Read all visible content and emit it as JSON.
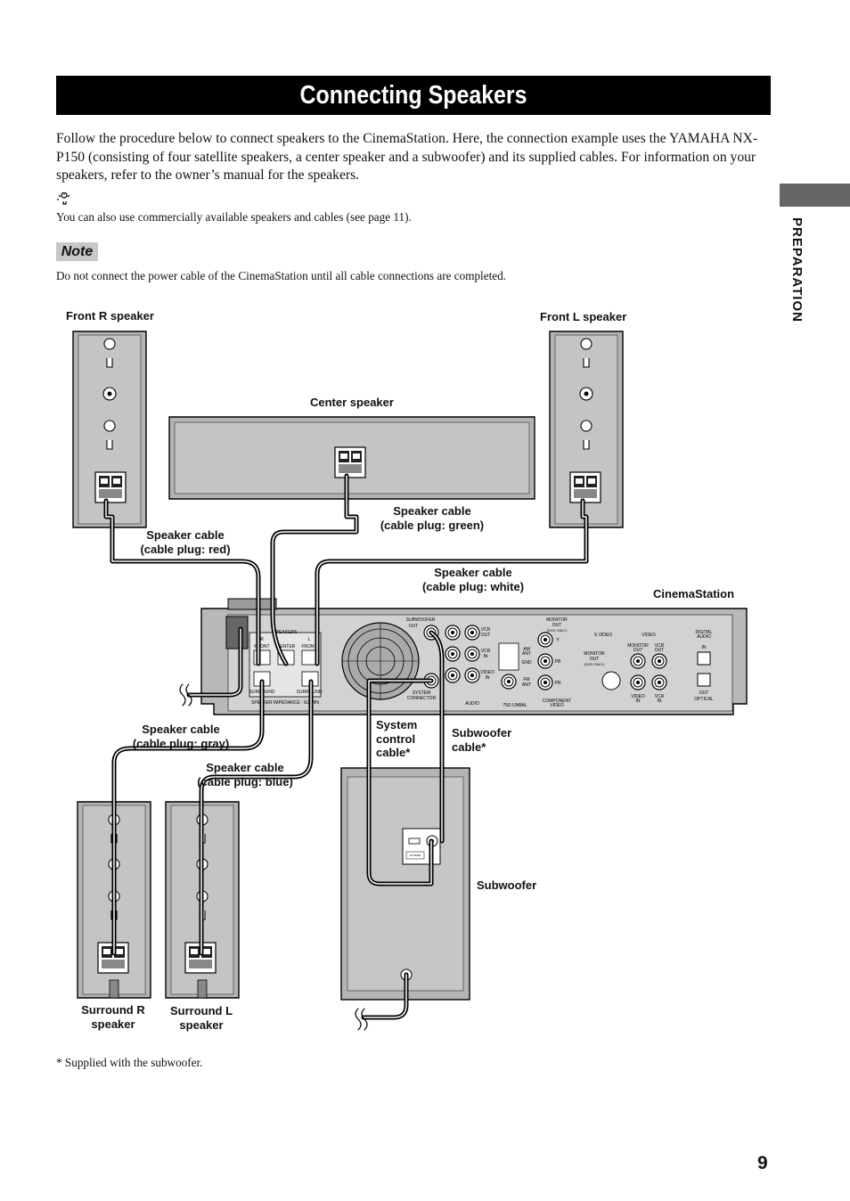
{
  "title": "Connecting Speakers",
  "side_section": "PREPARATION",
  "intro": "Follow the procedure below to connect speakers to the CinemaStation. Here, the connection example uses the YAMAHA NX-P150 (consisting of four satellite speakers, a center speaker and a subwoofer) and its supplied cables. For information on your speakers, refer to the owner’s manual for the speakers.",
  "tip": {
    "icon": "lightbulb-icon",
    "text": "You can also use commercially available speakers and cables (see page 11)."
  },
  "note": {
    "label": "Note",
    "text": "Do not connect the power cable of the CinemaStation until all cable connections are completed."
  },
  "diagram": {
    "labels": {
      "front_r": "Front R speaker",
      "front_l": "Front L speaker",
      "center": "Center speaker",
      "cable_red": [
        "Speaker cable",
        "(cable plug: red)"
      ],
      "cable_green": [
        "Speaker cable",
        "(cable plug: green)"
      ],
      "cable_white": [
        "Speaker cable",
        "(cable plug: white)"
      ],
      "cinemastation": "CinemaStation",
      "cable_gray": [
        "Speaker cable",
        "(cable plug: gray)"
      ],
      "cable_blue": [
        "Speaker cable",
        "(cable plug: blue)"
      ],
      "system_control": [
        "System",
        "control",
        "cable*"
      ],
      "subwoofer_cable": [
        "Subwoofer",
        "cable*"
      ],
      "subwoofer": "Subwoofer",
      "surround_r": [
        "Surround R",
        "speaker"
      ],
      "surround_l": [
        "Surround L",
        "speaker"
      ]
    },
    "panel": {
      "speakers": "SPEAKERS",
      "r_mark": "R",
      "l_mark": "L",
      "front_r": "FRONT",
      "center": "CENTER",
      "front_l": "FRONT",
      "surround_r": "SURROUND",
      "surround_l": "SURROUND",
      "impedance": "SPEAKER IMPEDANCE : 6Ω MIN",
      "subwoofer_out": [
        "SUBWOOFER",
        "OUT"
      ],
      "system_connector": [
        "SYSTEM",
        "CONNECTOR"
      ],
      "vcr_out": [
        "VCR",
        "OUT"
      ],
      "vcr_in": [
        "VCR",
        "IN"
      ],
      "video_in_audio": [
        "VIDEO",
        "IN"
      ],
      "audio": "AUDIO",
      "am_ant": [
        "AM",
        "ANT"
      ],
      "gnd": "GND",
      "fm_ant": [
        "FM",
        "ANT"
      ],
      "unbal": "75Ω UNBAL",
      "monitor_out_top": [
        "MONITOR",
        "OUT",
        "(DVD ONLY)"
      ],
      "y": "Y",
      "pb": "PB",
      "pr": "PR",
      "monitor_out_mid": [
        "MONITOR",
        "OUT",
        "(DVD ONLY)"
      ],
      "component_video": [
        "COMPONENT",
        "VIDEO"
      ],
      "s_video": "S VIDEO",
      "video": "VIDEO",
      "monitor_out_video": [
        "MONITOR",
        "OUT"
      ],
      "vcr_out_video": [
        "VCR",
        "OUT"
      ],
      "video_in": [
        "VIDEO",
        "IN"
      ],
      "vcr_in_video": [
        "VCR",
        "IN"
      ],
      "digital_audio": [
        "DIGITAL",
        "AUDIO"
      ],
      "in": "IN",
      "out_optical": [
        "OUT",
        "OPTICAL"
      ],
      "sub_system": "SYSTEM"
    }
  },
  "footnote": "* Supplied with the subwoofer.",
  "page_number": "9"
}
